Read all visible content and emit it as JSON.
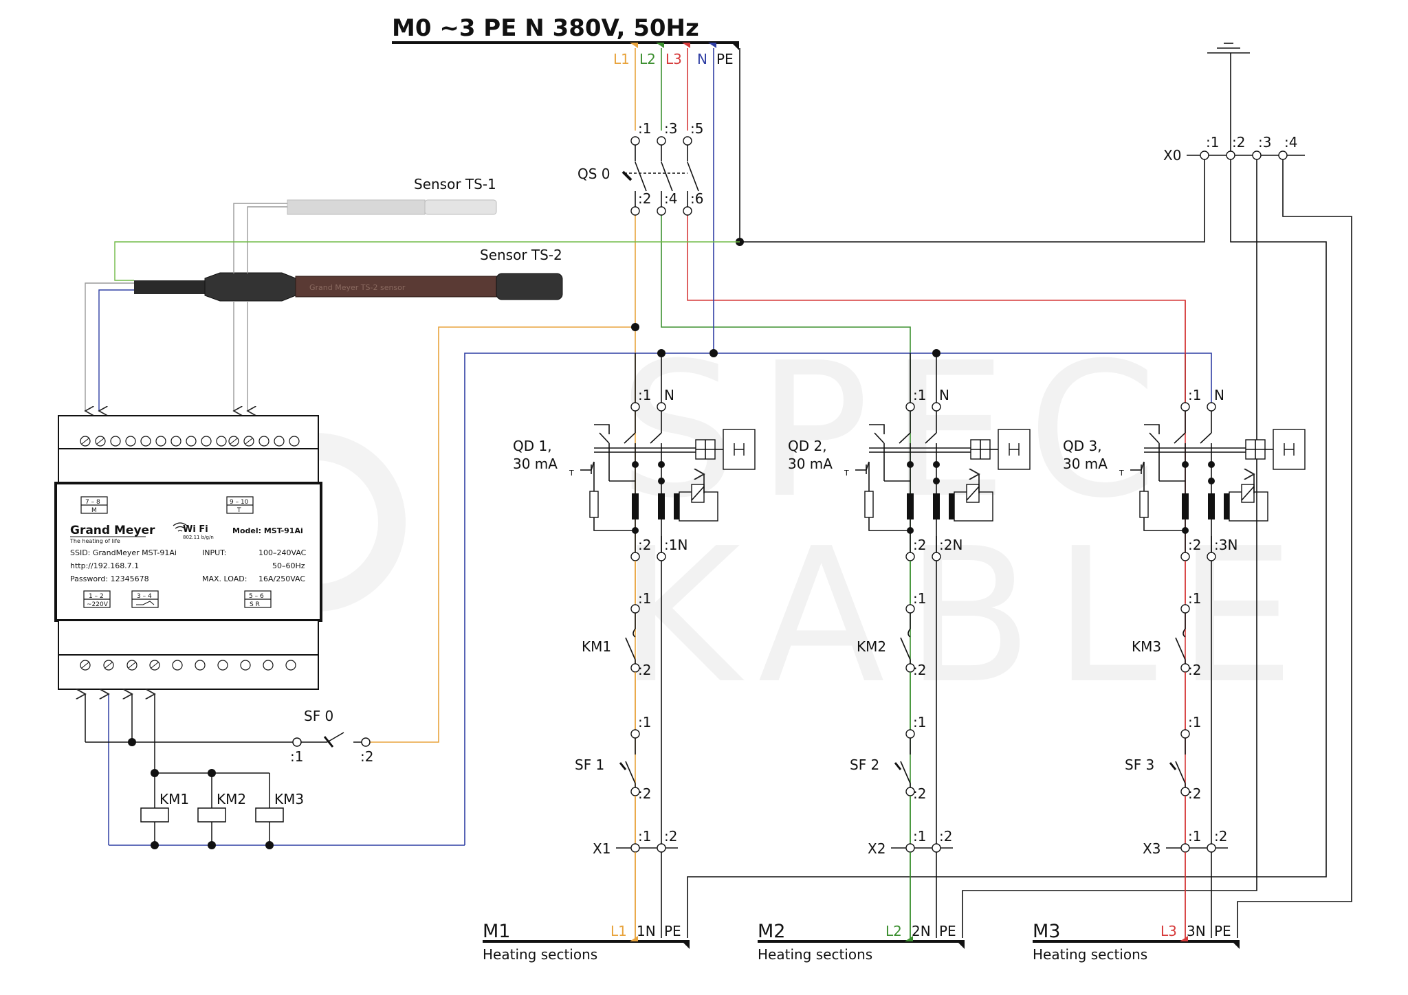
{
  "header": {
    "title": "M0  ~3 PE N 380V, 50Hz",
    "bus_labels": [
      "L1",
      "L2",
      "L3",
      "N",
      "PE"
    ]
  },
  "colors": {
    "L1": "#e8a33c",
    "L2": "#3b8f2f",
    "L3": "#d63a3a",
    "N": "#2f3ea3",
    "PE": "#111111",
    "grey_wire": "#9a9a9a",
    "sensor_green": "#6fba45"
  },
  "watermark": {
    "line1": "SPEC",
    "line2": "KABLE"
  },
  "sensors": {
    "ts1": "Sensor TS-1",
    "ts2": "Sensor TS-2",
    "ts2_print": "Grand Meyer TS-2 sensor"
  },
  "controller": {
    "brand": "Grand Meyer",
    "tagline": "The heating of life",
    "wifi": "Wi Fi",
    "wifi_std": "802.11 b/g/n",
    "model": "Model: MST-91Ai",
    "ssid": "SSID: GrandMeyer MST-91Ai",
    "url": "http://192.168.7.1",
    "password": "Password: 12345678",
    "input_label": "INPUT:",
    "input_value": "100–240VAC",
    "freq": "50–60Hz",
    "load_label": "MAX. LOAD:",
    "load_value": "16A/250VAC",
    "badges": [
      {
        "top": "7 – 8",
        "bottom": "M"
      },
      {
        "top": "9 – 10",
        "bottom": "T"
      },
      {
        "top": "1 – 2",
        "bottom": "~220V"
      },
      {
        "top": "3 – 4",
        "bottom": ""
      },
      {
        "top": "5 – 6",
        "bottom": "S  R"
      }
    ]
  },
  "main_switch": {
    "label": "QS 0",
    "terms": [
      ":1",
      ":3",
      ":5",
      ":2",
      ":4",
      ":6"
    ]
  },
  "terminal_x0": {
    "label": "X0",
    "terms": [
      ":1",
      ":2",
      ":3",
      ":4"
    ]
  },
  "circuits": [
    {
      "rcd": "QD 1,",
      "rcd2": "30 mA",
      "out": ":2",
      "outn": ":1N",
      "km": "KM1",
      "sf": "SF 1",
      "x": "X1",
      "bus": "M1",
      "phase": "L1",
      "neutral": "1N",
      "pe": "PE",
      "sub": "Heating sections"
    },
    {
      "rcd": "QD 2,",
      "rcd2": "30 mA",
      "out": ":2",
      "outn": ":2N",
      "km": "KM2",
      "sf": "SF 2",
      "x": "X2",
      "bus": "M2",
      "phase": "L2",
      "neutral": "2N",
      "pe": "PE",
      "sub": "Heating sections"
    },
    {
      "rcd": "QD 3,",
      "rcd2": "30 mA",
      "out": ":2",
      "outn": ":3N",
      "km": "KM3",
      "sf": "SF 3",
      "x": "X3",
      "bus": "M3",
      "phase": "L3",
      "neutral": "3N",
      "pe": "PE",
      "sub": "Heating sections"
    }
  ],
  "common_terms": {
    "t1": ":1",
    "t2": ":2",
    "n": "N",
    "test": "T"
  },
  "sf0": {
    "label": "SF 0",
    "t1": ":1",
    "t2": ":2"
  },
  "coils": [
    "KM1",
    "KM2",
    "KM3"
  ]
}
